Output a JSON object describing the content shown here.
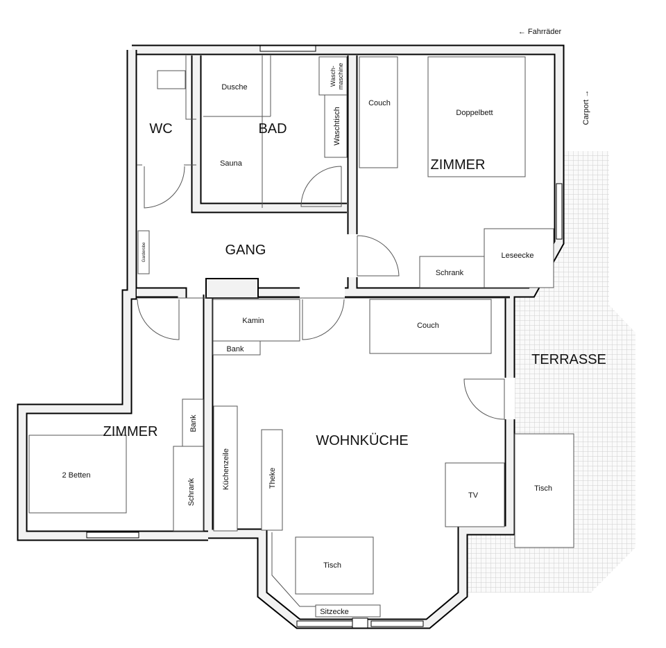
{
  "rooms": {
    "wc": "WC",
    "bad": "BAD",
    "gang": "GANG",
    "zimmer_top": "ZIMMER",
    "zimmer_left": "ZIMMER",
    "wohnkueche": "WOHNKÜCHE",
    "terrasse": "TERRASSE"
  },
  "furniture": {
    "dusche": "Dusche",
    "sauna": "Sauna",
    "waschmaschine_1": "Wasch-",
    "waschmaschine_2": "maschine",
    "waschtisch": "Waschtisch",
    "couch_bedroom": "Couch",
    "doppelbett": "Doppelbett",
    "leseecke": "Leseecke",
    "schrank_bedroom": "Schrank",
    "garderobe": "Garderobe",
    "kamin": "Kamin",
    "bank_kamin": "Bank",
    "couch_kitchen": "Couch",
    "bank_left": "Bank",
    "betten": "2 Betten",
    "schrank_left": "Schrank",
    "kuechenzeile": "Küchenzeile",
    "theke": "Theke",
    "tv": "TV",
    "tisch_terrasse": "Tisch",
    "tisch_kitchen": "Tisch",
    "sitzecke": "Sitzecke"
  },
  "annotations": {
    "fahrraeder": "← Fahrräder",
    "carport": "Carport →"
  },
  "colors": {
    "wall": "#000000",
    "wall_fill": "#f2f2f2",
    "terrace_grid": "#cfcfcf"
  }
}
